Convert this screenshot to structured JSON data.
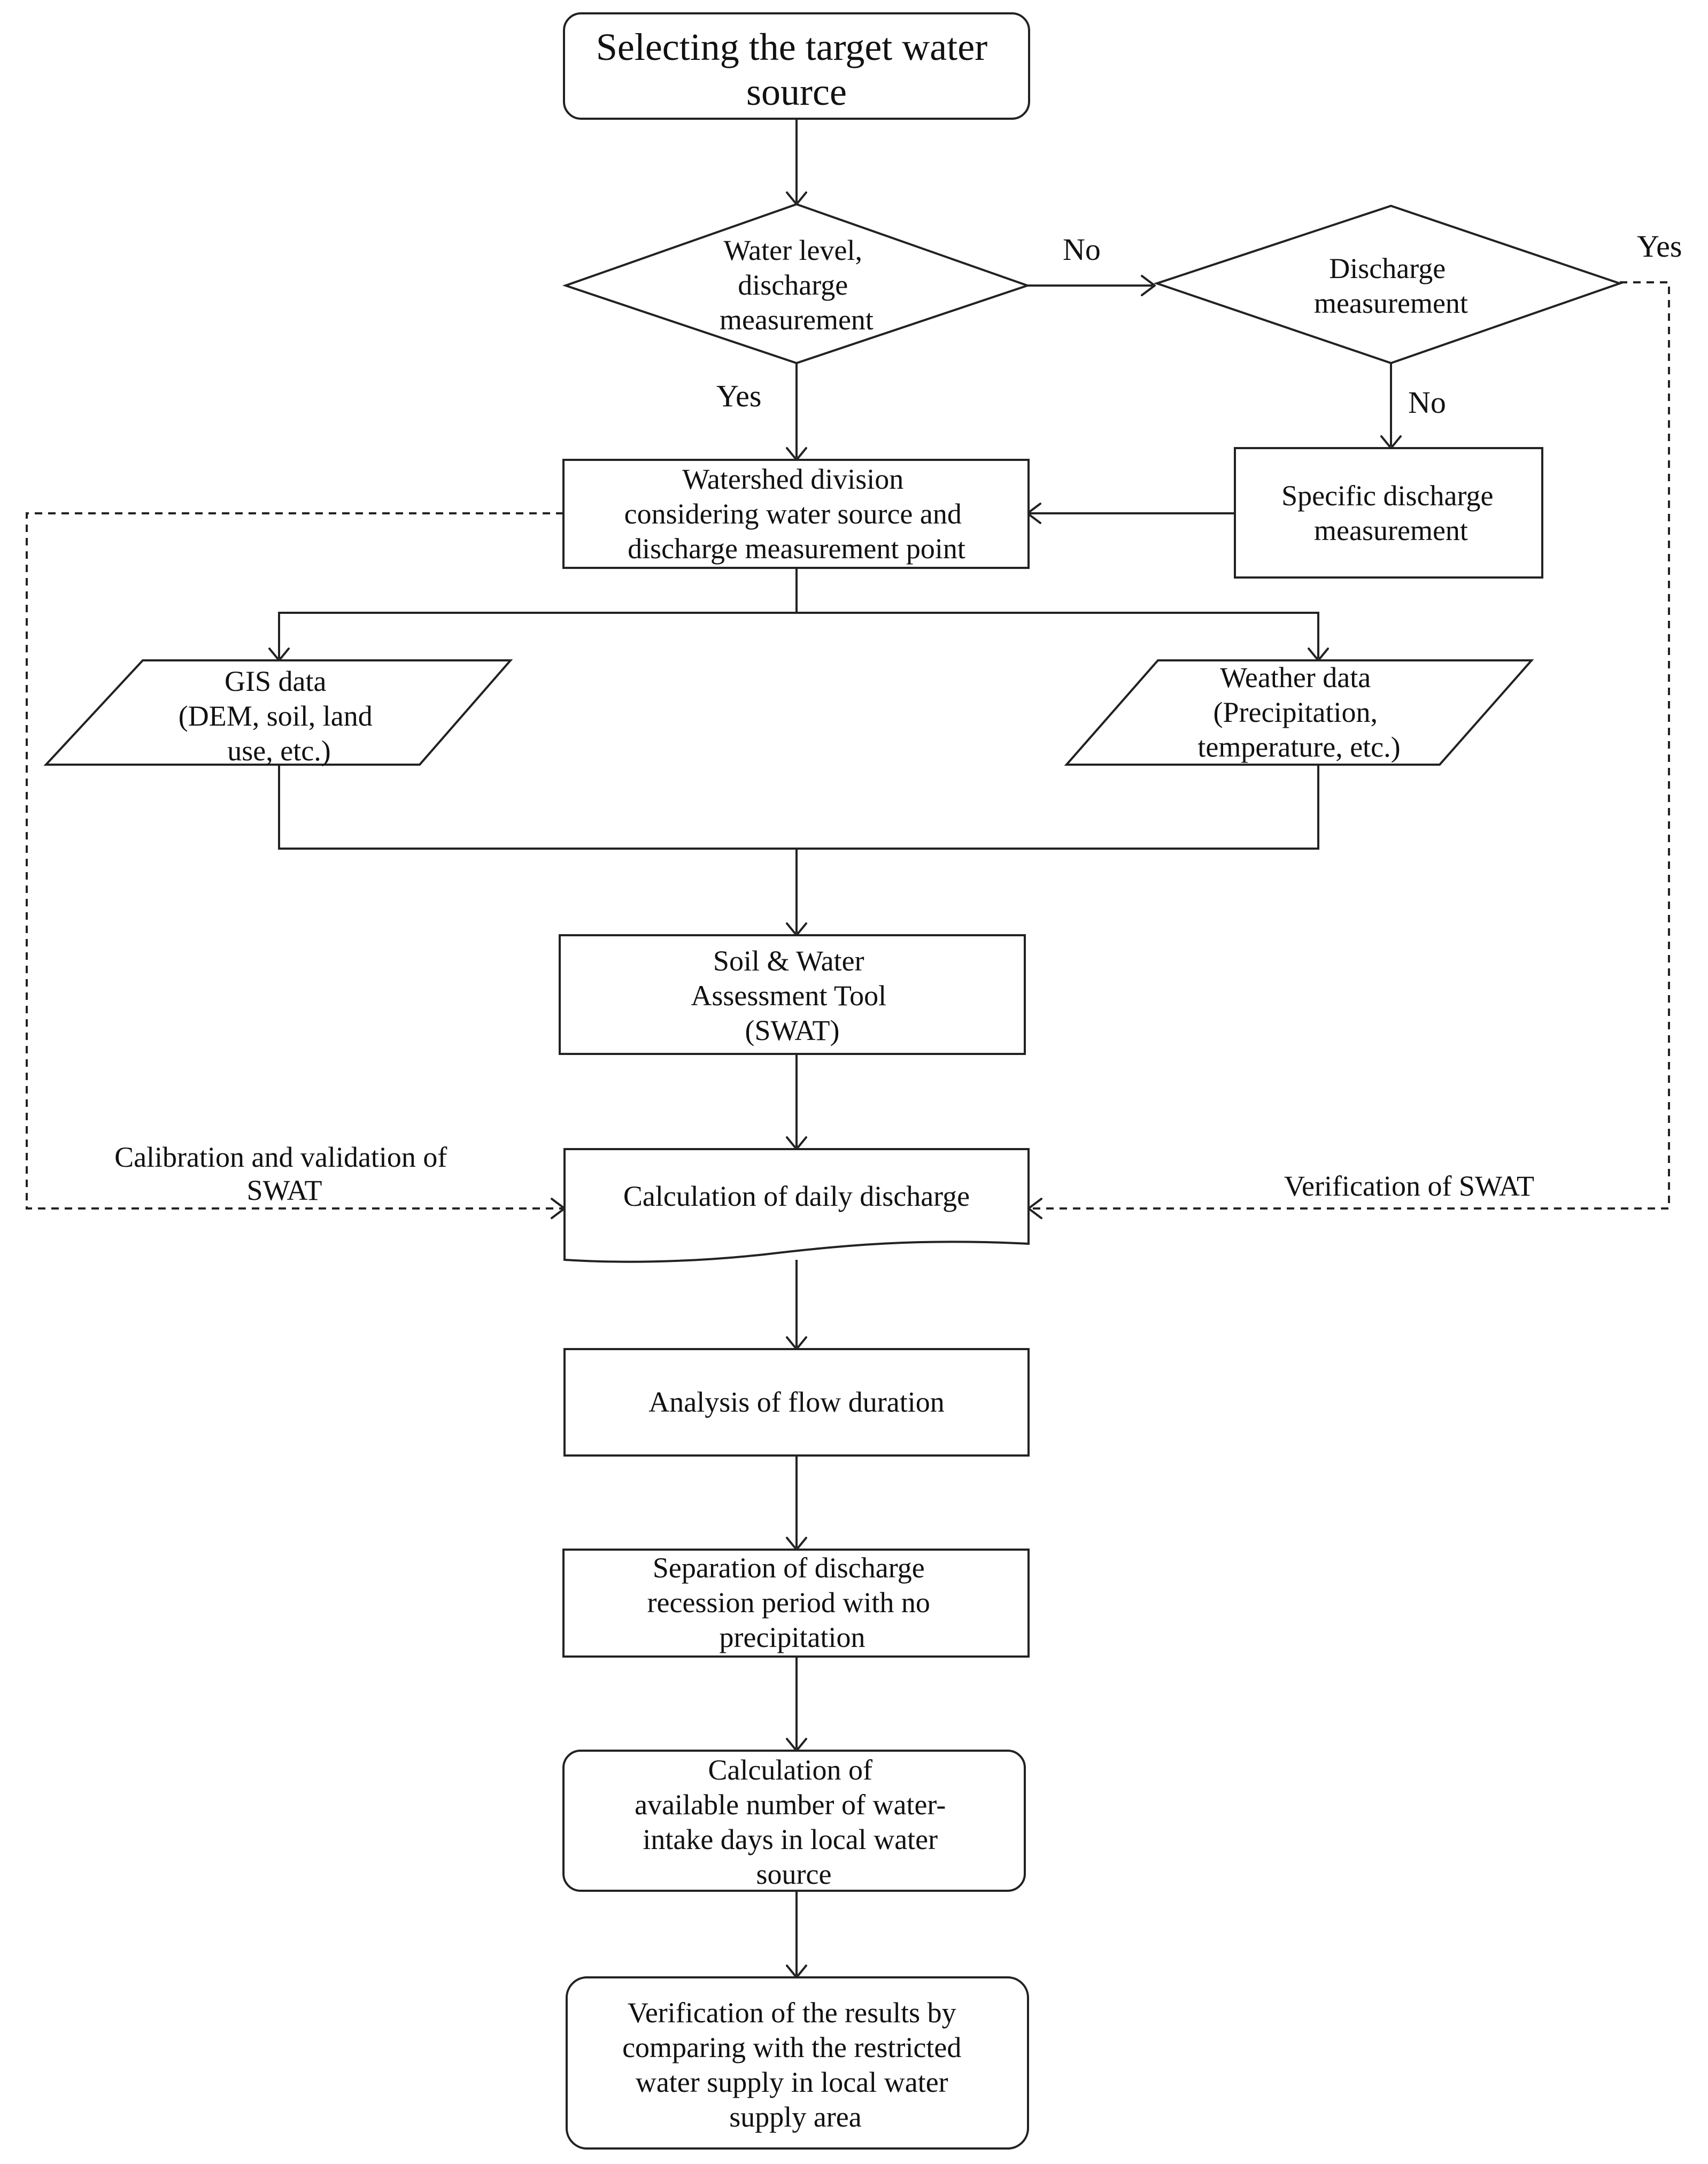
{
  "nodes": {
    "start": {
      "lines": [
        "Selecting the target water",
        "source"
      ]
    },
    "decision_level": {
      "lines": [
        "Water level,",
        "discharge",
        "measurement"
      ]
    },
    "decision_discharge": {
      "lines": [
        "Discharge",
        "measurement"
      ]
    },
    "watershed": {
      "lines": [
        "Watershed division",
        "considering water source and",
        "discharge measurement point"
      ]
    },
    "specific": {
      "lines": [
        "Specific discharge",
        "measurement"
      ]
    },
    "gis": {
      "lines": [
        "GIS data",
        "(DEM, soil, land",
        "use, etc.)"
      ]
    },
    "weather": {
      "lines": [
        "Weather data",
        "(Precipitation,",
        "temperature, etc.)"
      ]
    },
    "swat": {
      "lines": [
        "Soil & Water",
        "Assessment Tool",
        "(SWAT)"
      ]
    },
    "daily": {
      "lines": [
        "Calculation of daily discharge"
      ]
    },
    "flow": {
      "lines": [
        "Analysis of flow duration"
      ]
    },
    "separation": {
      "lines": [
        "Separation of discharge",
        "recession period with no",
        "precipitation"
      ]
    },
    "intake": {
      "lines": [
        "Calculation of",
        "available number of water-",
        "intake days in local water",
        "source"
      ]
    },
    "verify": {
      "lines": [
        "Verification of the results by",
        "comparing with the restricted",
        "water supply in local water",
        "supply area"
      ]
    }
  },
  "edge_labels": {
    "no_right": "No",
    "yes_down": "Yes",
    "no_down": "No",
    "yes_right": "Yes",
    "calibration": [
      "Calibration and validation of",
      "SWAT"
    ],
    "verification": "Verification of SWAT"
  }
}
